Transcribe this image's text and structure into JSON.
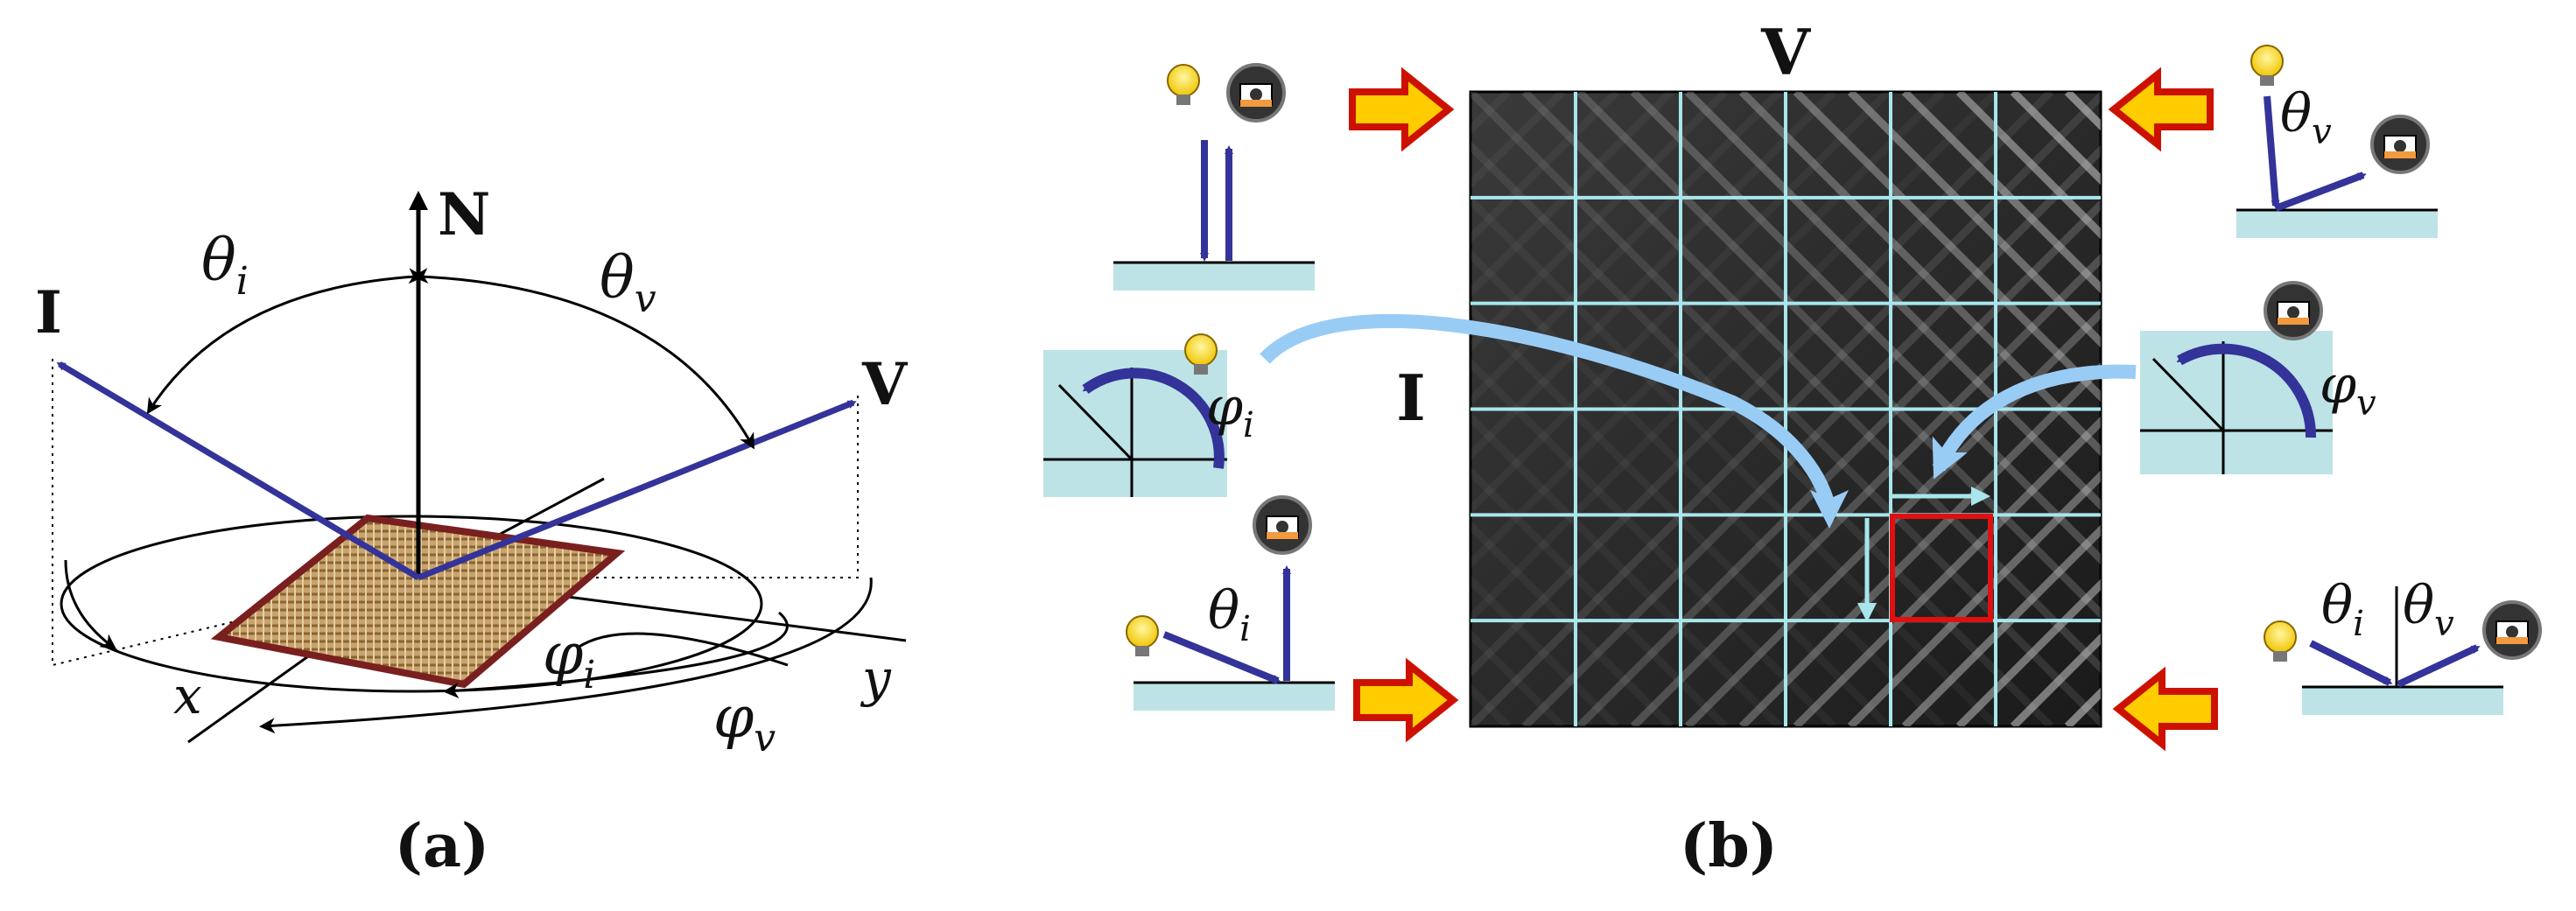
{
  "panel_a": {
    "label_caption": "(a)",
    "normal_label": "N",
    "incident_label": "I",
    "view_label": "V",
    "theta_i": "θ",
    "theta_i_sub": "i",
    "theta_v": "θ",
    "theta_v_sub": "v",
    "phi_i": "φ",
    "phi_i_sub": "i",
    "phi_v": "φ",
    "phi_v_sub": "v",
    "x_axis": "x",
    "y_axis": "y"
  },
  "panel_b": {
    "label_caption": "(b)",
    "grid_label_v": "V",
    "grid_label_i": "I",
    "phi_i": "φ",
    "phi_i_sub": "i",
    "phi_v": "φ",
    "phi_v_sub": "v",
    "theta_i": "θ",
    "theta_i_sub": "i",
    "theta_v": "θ",
    "theta_v_sub": "v",
    "theta_i_br": "θ",
    "theta_i_br_sub": "i",
    "theta_v_br": "θ",
    "theta_v_br_sub": "v",
    "grid_rows": 6,
    "grid_cols": 6
  },
  "colors": {
    "arrow_blue": "#333399",
    "curve_light_blue": "#99ccf5",
    "surface_cyan": "#bde3e6",
    "grid_line": "#a8e6ec",
    "highlight_red": "#e01010",
    "block_arrow_fill": "#ffcc00",
    "block_arrow_stroke": "#cc1100",
    "textile_brown": "#7a1f1f"
  }
}
